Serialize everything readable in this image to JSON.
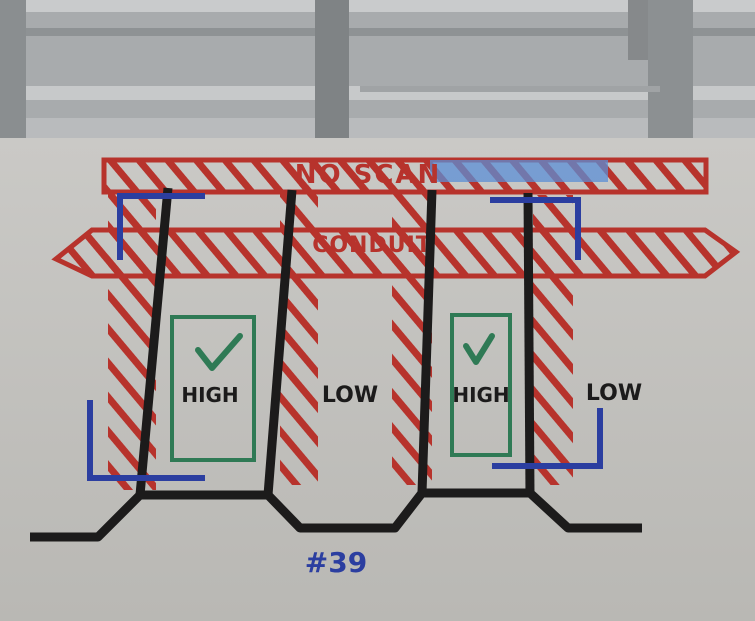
{
  "labels": {
    "no_scan": "NO SCAN",
    "conduit": "CONDUIT",
    "high_left": "HIGH",
    "low_left": "LOW",
    "high_right": "HIGH",
    "low_right": "LOW",
    "number": "#39"
  },
  "colors": {
    "red_paint": "#b7332c",
    "black_paint": "#1c1b1b",
    "blue_paint": "#2b3ea0",
    "green_tape": "#2f7a55",
    "concrete": "#c4c3bf",
    "tape_blue": "#5b8fd6",
    "steel": "#9fa3a6"
  },
  "marks": {
    "checkmarks": 2,
    "icons": [
      "checkmark-icon",
      "checkmark-icon"
    ]
  }
}
